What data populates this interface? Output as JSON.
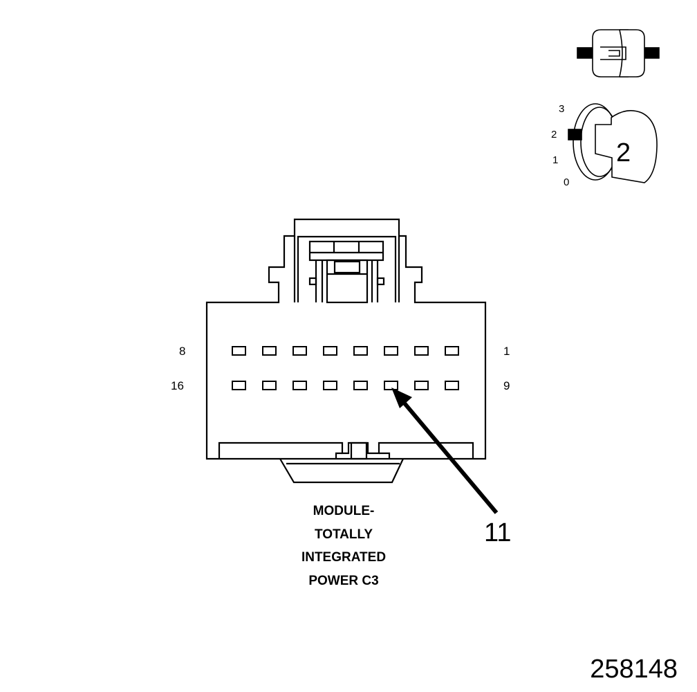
{
  "connector": {
    "pin_labels": {
      "top_left": "8",
      "top_right": "1",
      "bottom_left": "16",
      "bottom_right": "9"
    },
    "title_lines": [
      "MODULE-",
      "TOTALLY",
      "INTEGRATED",
      "POWER C3"
    ]
  },
  "callout": {
    "label": "11"
  },
  "view_indicator": {
    "key_number": "2",
    "position_labels": [
      "3",
      "2",
      "1",
      "0"
    ]
  },
  "figure_number": "258148"
}
